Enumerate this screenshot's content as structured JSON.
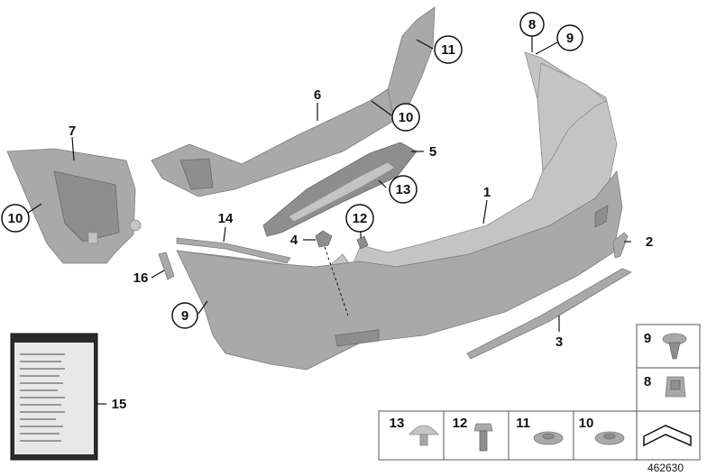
{
  "callouts": [
    {
      "id": "c1",
      "label": "1"
    },
    {
      "id": "c2",
      "label": "2"
    },
    {
      "id": "c3",
      "label": "3"
    },
    {
      "id": "c4",
      "label": "4"
    },
    {
      "id": "c5",
      "label": "5"
    },
    {
      "id": "c6",
      "label": "6"
    },
    {
      "id": "c7",
      "label": "7"
    },
    {
      "id": "c8",
      "label": "8"
    },
    {
      "id": "c9a",
      "label": "9"
    },
    {
      "id": "c9b",
      "label": "9"
    },
    {
      "id": "c10a",
      "label": "10"
    },
    {
      "id": "c10b",
      "label": "10"
    },
    {
      "id": "c11",
      "label": "11"
    },
    {
      "id": "c12",
      "label": "12"
    },
    {
      "id": "c13",
      "label": "13"
    },
    {
      "id": "c14",
      "label": "14"
    },
    {
      "id": "c15",
      "label": "15"
    },
    {
      "id": "c16",
      "label": "16"
    }
  ],
  "legend": {
    "right_column": [
      "9",
      "8"
    ],
    "bottom_row": [
      "13",
      "12",
      "11",
      "10"
    ]
  },
  "reference_number": "462630"
}
